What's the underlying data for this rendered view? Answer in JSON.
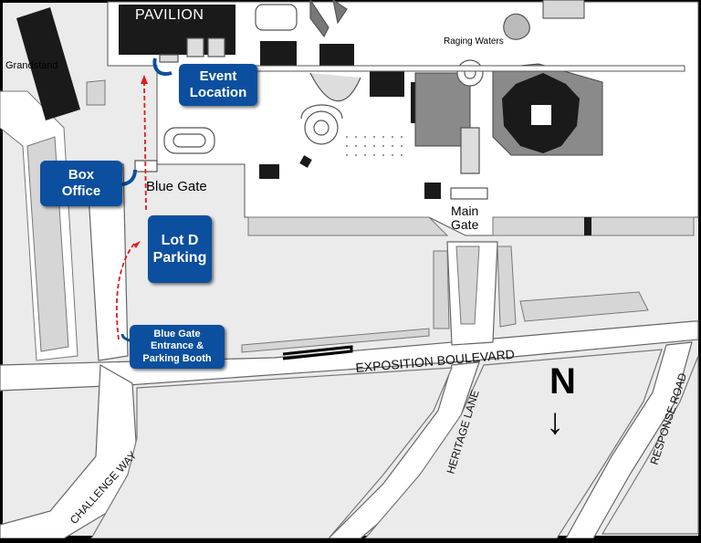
{
  "map_title": "",
  "labels": {
    "pavilion": "PAVILION",
    "grandstand": "Grandstand",
    "raging_waters": "Raging Waters",
    "blue_gate": "Blue Gate",
    "main_gate": "Main\nGate",
    "north": "N",
    "north_arrow": "↓"
  },
  "callouts": {
    "event_location": "Event\nLocation",
    "box_office": "Box\nOffice",
    "lot_d": "Lot D\nParking",
    "blue_gate_entrance": "Blue Gate\nEntrance &\nParking Booth"
  },
  "streets": {
    "exposition": "EXPOSITION BOULEVARD",
    "heritage": "HERITAGE LANE",
    "response": "RESPONSE ROAD",
    "challenge": "CHALLENGE WAY"
  },
  "colors": {
    "road_fill": "#ffffff",
    "ground": "#ebebeb",
    "building": "#1a1a1a",
    "callout": "#0b4f9e",
    "route": "#e01b1b"
  }
}
